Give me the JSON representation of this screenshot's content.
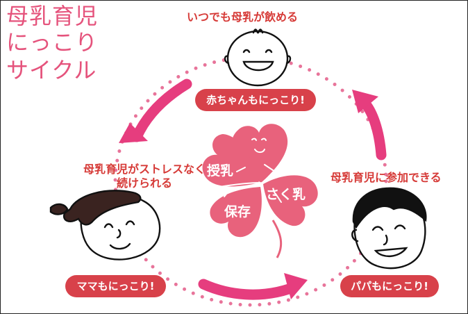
{
  "title": {
    "line1": "母乳育児",
    "line2": "にっこり",
    "line3": "サイクル"
  },
  "baby": {
    "caption": "いつでも母乳が飲める",
    "badge": "赤ちゃんもにっこり!"
  },
  "mama": {
    "caption_line1": "母乳育児がストレスなく",
    "caption_line2": "続けられる",
    "badge": "ママもにっこり!"
  },
  "papa": {
    "caption": "母乳育児に参加できる",
    "badge": "パパもにっこり!"
  },
  "clover": {
    "label_1": "授乳",
    "label_2": "さく乳",
    "label_3": "保存"
  },
  "colors": {
    "title": "#e5537c",
    "caption": "#d63a37",
    "badge": "#d8414a",
    "arrow": "#e63d7e",
    "clover": "#e8627c",
    "dots": "#e8749a"
  }
}
